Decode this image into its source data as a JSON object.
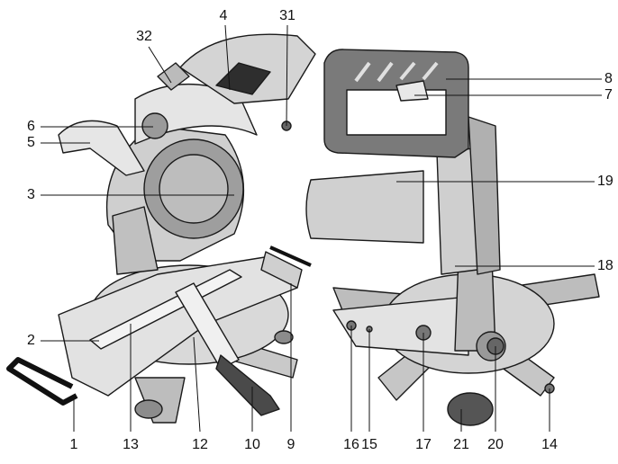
{
  "callouts": {
    "n1": "1",
    "n2": "2",
    "n3": "3",
    "n4": "4",
    "n5": "5",
    "n6": "6",
    "n7": "7",
    "n8": "8",
    "n9": "9",
    "n10": "10",
    "n12": "12",
    "n13": "13",
    "n14": "14",
    "n15": "15",
    "n16": "16",
    "n17": "17",
    "n18": "18",
    "n19": "19",
    "n20": "20",
    "n21": "21",
    "n31": "31",
    "n32": "32"
  },
  "colors": {
    "outline": "#1a1a1a",
    "light_gray": "#d6d6d6",
    "mid_gray": "#a8a8a8",
    "dark_gray": "#555555",
    "black": "#111111"
  }
}
